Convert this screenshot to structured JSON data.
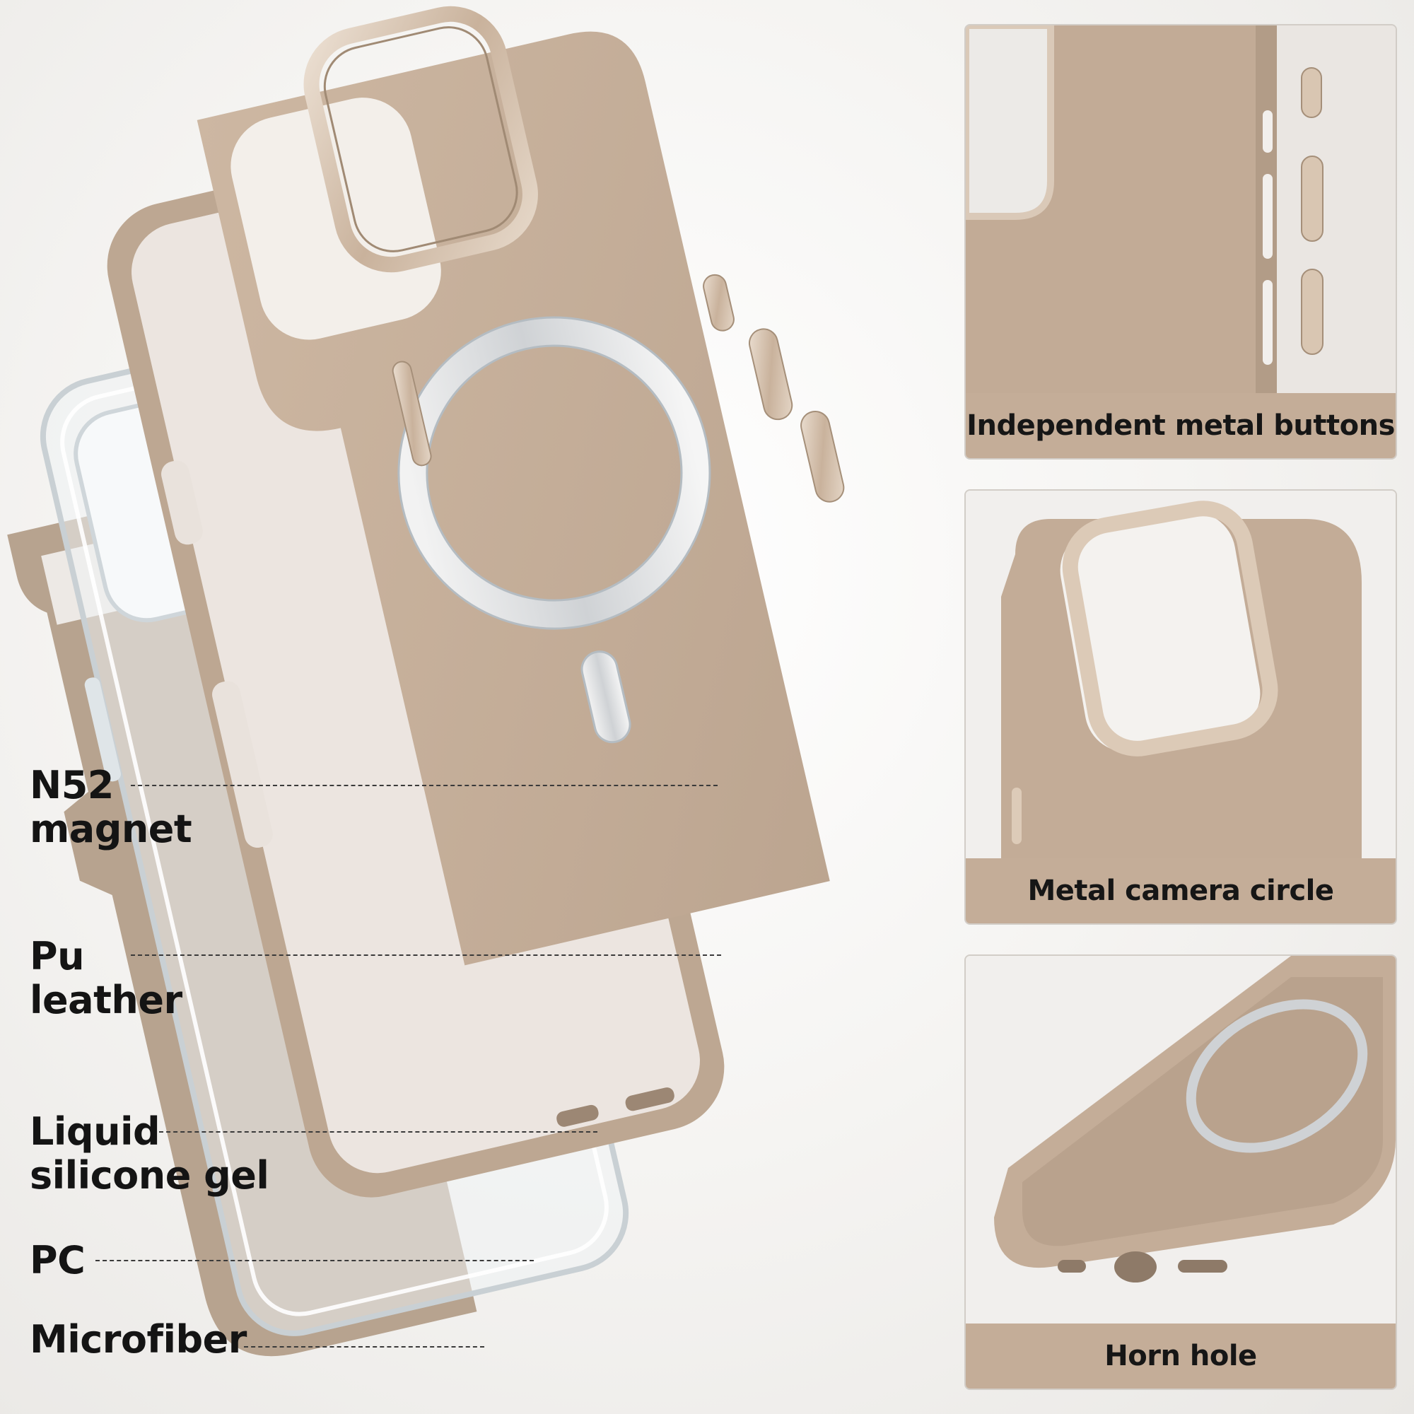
{
  "labels": {
    "magnet": [
      "N52",
      "magnet"
    ],
    "leather": [
      "Pu",
      "leather"
    ],
    "silicone": [
      "Liquid",
      "silicone gel"
    ],
    "pc": [
      "PC"
    ],
    "microfiber": [
      "Microfiber"
    ]
  },
  "panels": {
    "buttons": "Independent metal buttons",
    "camera": "Metal camera circle",
    "horn": "Horn hole"
  },
  "colors": {
    "tan": "#c4ad98",
    "tan_dark": "#a99480",
    "metal": "#d8c6b3",
    "microfiber": "#b7a38f",
    "clear": "#e9eef1"
  }
}
